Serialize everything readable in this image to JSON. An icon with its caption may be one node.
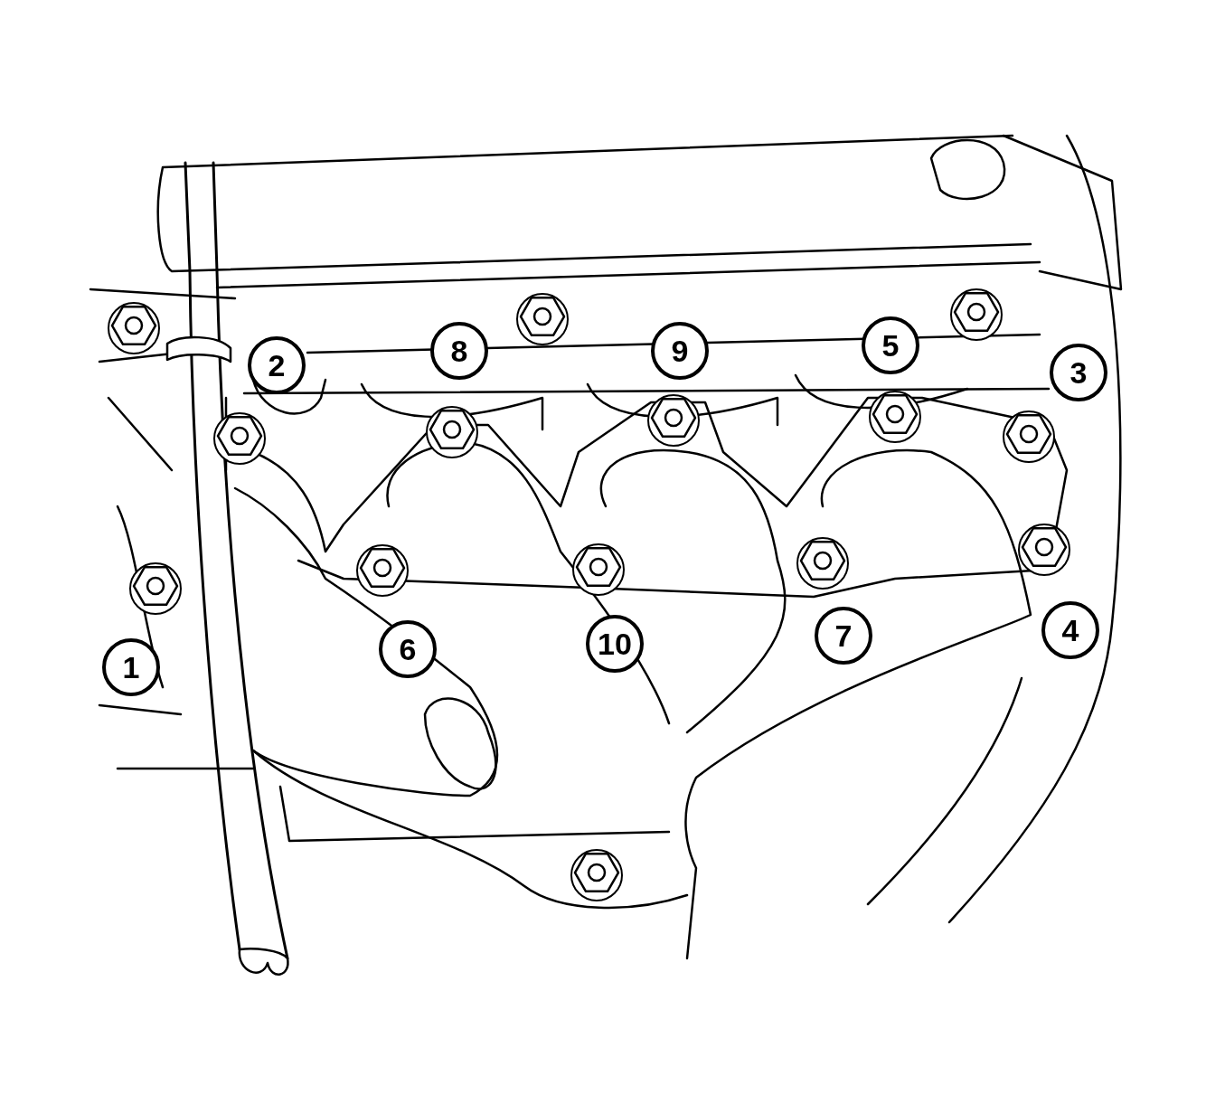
{
  "diagram": {
    "nodes": [
      {
        "text": [
          "2"
        ]
      },
      {
        "text": [
          "8"
        ]
      },
      {
        "text": [
          "9"
        ]
      },
      {
        "text": [
          "5"
        ]
      },
      {
        "text": [
          "3"
        ]
      },
      {
        "text": [
          "1"
        ]
      },
      {
        "text": [
          "6"
        ]
      },
      {
        "text": [
          "10"
        ]
      },
      {
        "text": [
          "7"
        ]
      },
      {
        "text": [
          "4"
        ]
      }
    ]
  }
}
